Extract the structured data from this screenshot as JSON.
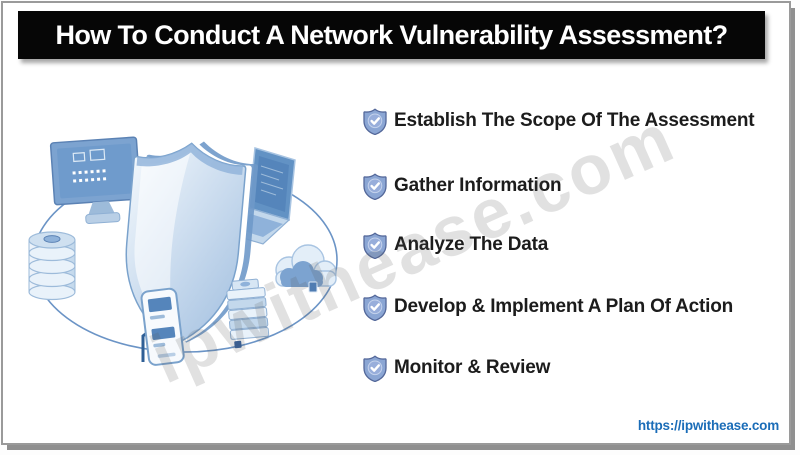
{
  "header": {
    "title": "How To Conduct A Network Vulnerability Assessment?"
  },
  "steps": {
    "bullet_icon": "shield-check-icon",
    "items": [
      {
        "label": "Establish The Scope Of The Assessment"
      },
      {
        "label": "Gather Information"
      },
      {
        "label": "Analyze The Data"
      },
      {
        "label": "Develop & Implement A Plan Of Action"
      },
      {
        "label": "Monitor & Review"
      }
    ]
  },
  "illustration": {
    "icons": [
      "shield-icon",
      "desktop-monitor-icon",
      "laptop-icon",
      "database-stack-icon",
      "cloud-server-icon",
      "server-tower-icon",
      "smartphone-icon",
      "network-ring"
    ]
  },
  "watermark": {
    "text": "ipwithease.com"
  },
  "footer": {
    "url_label": "https://ipwithease.com"
  },
  "colors": {
    "header_bg": "#060606",
    "header_text": "#ffffff",
    "step_text": "#1c1c1c",
    "bullet_fill": "#8ba6d4",
    "bullet_border": "#54689a",
    "footer_link": "#1b6db8",
    "illustration_dark": "#2f5f96",
    "illustration_mid": "#5585bb",
    "illustration_light": "#a8c4e2"
  }
}
